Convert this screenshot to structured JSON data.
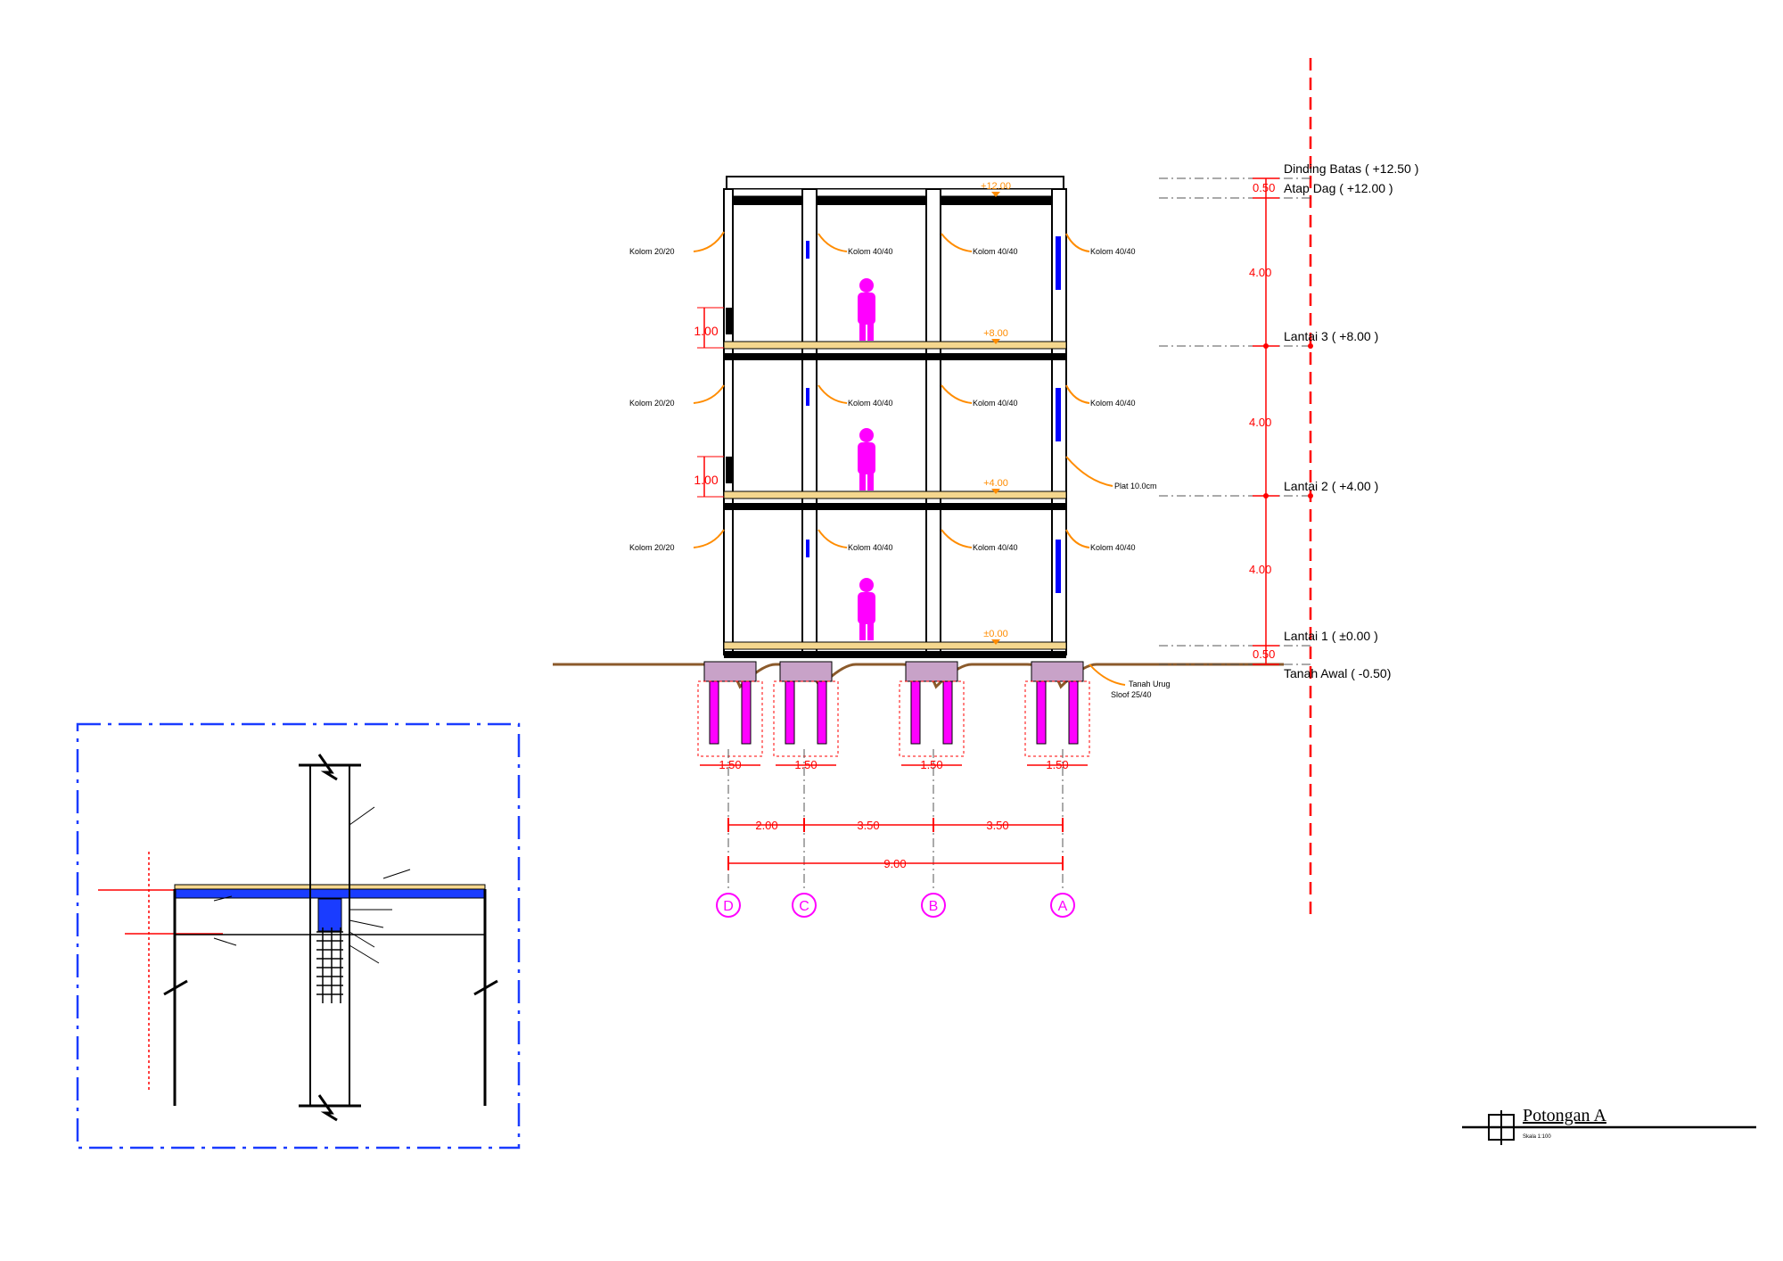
{
  "levels": {
    "dinding_batas": "Dinding Batas ( +12.50 )",
    "atap_dag": "Atap Dag ( +12.00 )",
    "lantai3": "Lantai 3 ( +8.00 )",
    "lantai2": "Lantai 2 ( +4.00 )",
    "lantai1": "Lantai 1 ( ±0.00 )",
    "tanah_awal": "Tanah Awal  ( -0.50)"
  },
  "elevation_marks": [
    "+12.00",
    "+8.00",
    "+4.00",
    "±0.00"
  ],
  "vertical_dims": {
    "parapet": "0.50",
    "floor": "4.00",
    "ground": "0.50",
    "window": "1.00"
  },
  "column_labels": {
    "kolom_2020": "Kolom 20/20",
    "kolom_4040": "Kolom 40/40"
  },
  "other_labels": {
    "plat": "Plat 10.0cm",
    "tanah_urug": "Tanah Urug",
    "sloof": "Sloof 25/40"
  },
  "pile_dim": "1.50",
  "span_dims": [
    "2.00",
    "3.50",
    "3.50"
  ],
  "total_dim": "9.00",
  "axes": [
    "D",
    "C",
    "B",
    "A"
  ],
  "title": {
    "main": "Potongan A",
    "sub": "Skala 1:100"
  },
  "colors": {
    "structure": "#000000",
    "dimension": "#ff0000",
    "leader": "#ff8c00",
    "slab": "#f5d78e",
    "figure": "#ff00ff",
    "glass": "#0000ff",
    "ground": "#8b5a2b",
    "detail_frame": "#1a3cff"
  }
}
